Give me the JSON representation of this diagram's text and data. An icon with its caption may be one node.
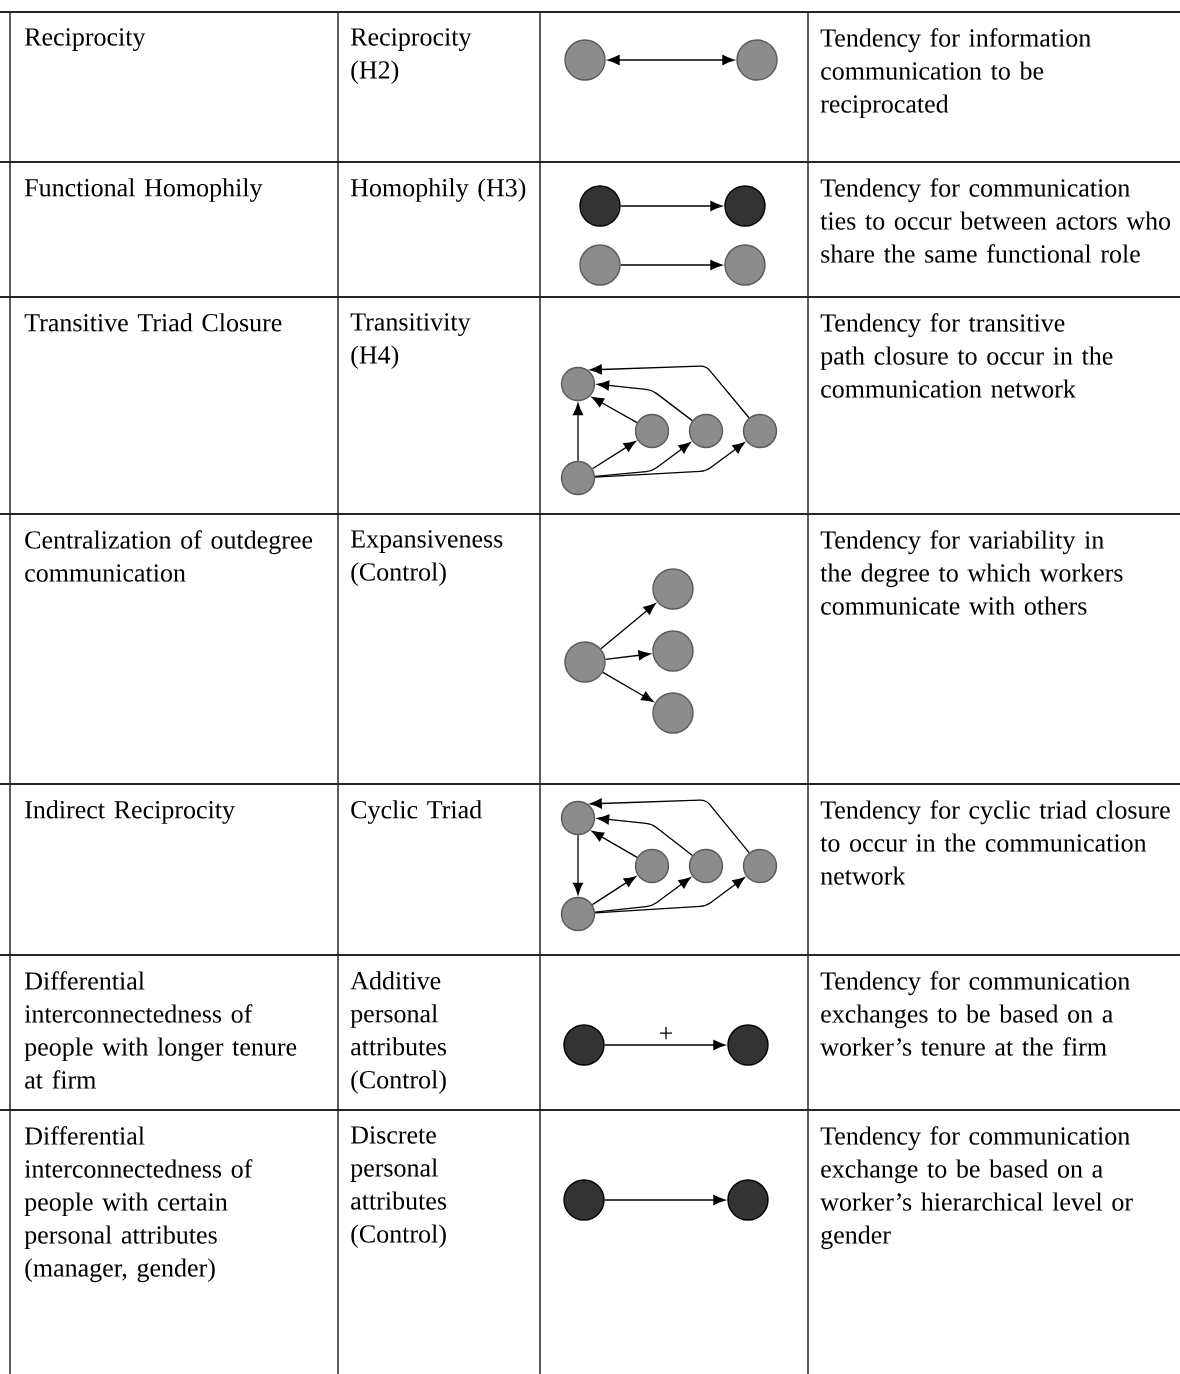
{
  "diagram": {
    "nodes": [
      {
        "text": [],
        "shape": "circle"
      },
      {
        "text": [],
        "shape": "circle"
      },
      {
        "text": [],
        "shape": "circle"
      },
      {
        "text": [],
        "shape": "circle"
      },
      {
        "text": [],
        "shape": "circle"
      },
      {
        "text": [],
        "shape": "circle"
      },
      {
        "text": [],
        "shape": "circle"
      },
      {
        "text": [],
        "shape": "circle"
      },
      {
        "text": [],
        "shape": "circle"
      },
      {
        "text": [],
        "shape": "circle"
      },
      {
        "text": [],
        "shape": "circle"
      },
      {
        "text": [],
        "shape": "circle"
      },
      {
        "text": [],
        "shape": "circle"
      },
      {
        "text": [],
        "shape": "circle"
      },
      {
        "text": [],
        "shape": "circle"
      },
      {
        "text": [],
        "shape": "circle"
      },
      {
        "text": [],
        "shape": "circle"
      },
      {
        "text": [],
        "shape": "circle"
      },
      {
        "text": [],
        "shape": "circle"
      },
      {
        "text": [],
        "shape": "circle"
      },
      {
        "text": [],
        "shape": "circle"
      },
      {
        "text": [],
        "shape": "circle"
      },
      {
        "text": [],
        "shape": "circle"
      },
      {
        "text": [],
        "shape": "circle"
      }
    ],
    "edges": [
      {
        "from": 0,
        "to": 1,
        "arrow": "both"
      },
      {
        "from": 2,
        "to": 3,
        "arrow": "to"
      },
      {
        "from": 4,
        "to": 5,
        "arrow": "to"
      },
      {
        "from": 7,
        "to": 6,
        "arrow": "to"
      },
      {
        "from": 7,
        "to": 8,
        "arrow": "to"
      },
      {
        "from": 7,
        "to": 9,
        "arrow": "to"
      },
      {
        "from": 7,
        "to": 10,
        "arrow": "to"
      },
      {
        "from": 8,
        "to": 6,
        "arrow": "to"
      },
      {
        "from": 9,
        "to": 6,
        "arrow": "to"
      },
      {
        "from": 10,
        "to": 6,
        "arrow": "to"
      },
      {
        "from": 11,
        "to": 12,
        "arrow": "to"
      },
      {
        "from": 11,
        "to": 13,
        "arrow": "to"
      },
      {
        "from": 11,
        "to": 14,
        "arrow": "to"
      },
      {
        "from": 15,
        "to": 16,
        "arrow": "to"
      },
      {
        "from": 16,
        "to": 17,
        "arrow": "to"
      },
      {
        "from": 16,
        "to": 18,
        "arrow": "to"
      },
      {
        "from": 16,
        "to": 19,
        "arrow": "to"
      },
      {
        "from": 17,
        "to": 15,
        "arrow": "to"
      },
      {
        "from": 18,
        "to": 15,
        "arrow": "to"
      },
      {
        "from": 19,
        "to": 15,
        "arrow": "to"
      },
      {
        "from": 20,
        "to": 21,
        "arrow": "to",
        "label": "+"
      },
      {
        "from": 22,
        "to": 23,
        "arrow": "to"
      }
    ],
    "labels": [
      "Reciprocity",
      "Reciprocity (H2)",
      "Tendency for information communication to be reciprocated",
      "Functional Homophily",
      "Homophily (H3)",
      "Tendency for communication ties to occur between actors who share the same functional role",
      "Transitive Triad Closure",
      "Transitivity (H4)",
      "Tendency for transitive path closure to occur in the communication network",
      "Centralization of outdegree communication",
      "Expansiveness (Control)",
      "Tendency for variability in the degree to which workers communicate with others",
      "Indirect Reciprocity",
      "Cyclic Triad",
      "Tendency for cyclic triad closure to occur in the communication network",
      "Differential interconnectedness of people with longer tenure at firm",
      "Additive personal attributes (Control)",
      "Tendency for communication exchanges to be based on a worker’s tenure at the firm",
      "Differential interconnectedness of people with certain personal attributes (manager, gender)",
      "Discrete personal attributes (Control)",
      "Tendency for communication exchange to be based on a worker’s hierarchical level or gender"
    ]
  }
}
